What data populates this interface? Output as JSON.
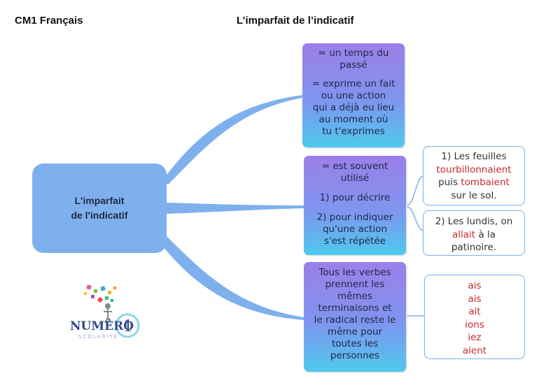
{
  "header": {
    "left": "CM1 Français",
    "right": "L’imparfait de l’indicatif"
  },
  "central": {
    "line1": "L'imparfait",
    "line2": "de l'indicatif"
  },
  "box_top": {
    "lines": [
      "= un temps du",
      "passé",
      "= exprime un fait",
      "ou une action",
      "qui a déjà eu lieu",
      "au moment où",
      "tu t'exprimes"
    ]
  },
  "box_mid": {
    "lines": [
      "= est souvent",
      "utilisé",
      "1) pour décrire",
      "2) pour indiquer",
      "qu'une action",
      "s'est répétée"
    ]
  },
  "box_bot": {
    "lines": [
      "Tous les verbes",
      "prennent les",
      "mêmes",
      "terminaisons et",
      "le radical reste le",
      "même pour",
      "toutes les",
      "personnes"
    ]
  },
  "example1": {
    "line1": "1) Les feuilles",
    "verb": "tourbillonnaient",
    "line3a": "puis ",
    "verb2": "tombaient",
    "line4": "sur le sol."
  },
  "example2": {
    "line1": "2) Les lundis, on",
    "verb": "allait",
    "line2b": " à la",
    "line3": "patinoire."
  },
  "endings": [
    "ais",
    "ais",
    "ait",
    "ions",
    "iez",
    "aient"
  ],
  "logo": {
    "text": "NUMÉRO",
    "number": "1",
    "subtext": "SCOLARITÉ"
  },
  "colors": {
    "central": "#7fb0ee",
    "link": "#7fb0ee",
    "purple_top": "#9c7fe9",
    "cyan_bottom": "#4ec9ee",
    "verb_red": "#c8282b",
    "white_box_border": "#7ab2ea"
  }
}
